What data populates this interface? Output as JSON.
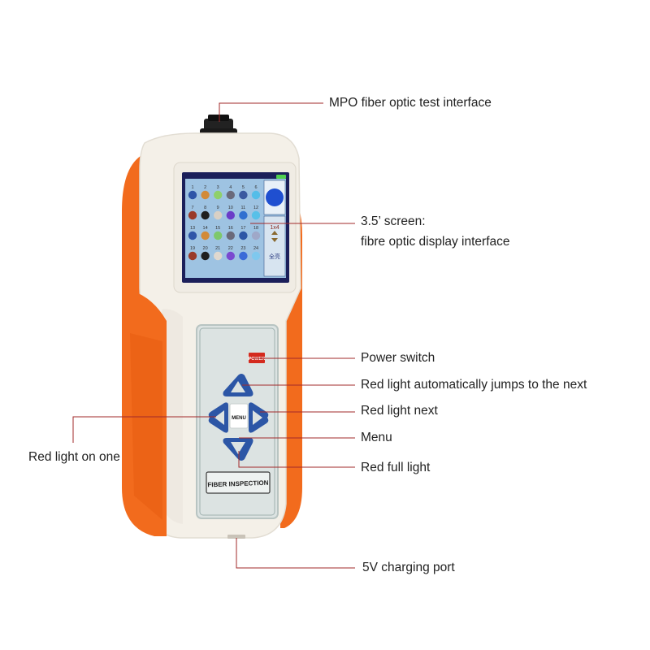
{
  "device": {
    "panel_label": "FIBER INSPECTION",
    "menu_label": "MENU",
    "power_label": "POWER",
    "palette": {
      "housing": "#f4f0e8",
      "accent": "#f26b1d",
      "screen": "#9ec3e2",
      "keypad": "#dce3e2",
      "arrow": "#2c56a6"
    },
    "screen": {
      "fiber_numbers": [
        "1",
        "2",
        "3",
        "4",
        "5",
        "6",
        "7",
        "8",
        "9",
        "10",
        "11",
        "12",
        "13",
        "14",
        "15",
        "16",
        "17",
        "18",
        "19",
        "20",
        "21",
        "22",
        "23",
        "24"
      ],
      "fiber_colors": [
        "#2f55a8",
        "#d28a39",
        "#8fd06b",
        "#6a6a7a",
        "#3a59a0",
        "#55bde8",
        "#9a3a2a",
        "#1f1f1f",
        "#d9d0c5",
        "#6a3cc8",
        "#3070d0",
        "#58c0e8",
        "#2f55a8",
        "#d28a39",
        "#7ec86c",
        "#6a6a7a",
        "#2c56a6",
        "#9fa8c8",
        "#9a3a2a",
        "#1f1f1f",
        "#e0d8cf",
        "#7a4ad0",
        "#3a6ad8",
        "#7fc8ee"
      ],
      "side_text_1": "1x4",
      "side_text_2": "全亮"
    }
  },
  "callouts": {
    "mpo_interface": "MPO fiber optic test interface",
    "screen_line1": "3.5’   screen:",
    "screen_line2": "fibre optic display interface",
    "power_switch": "Power switch",
    "auto_jump": "Red light automatically jumps to the next",
    "red_next": "Red light next",
    "menu": "Menu",
    "red_on_one": "Red light on one",
    "red_full": "Red full light",
    "charging": "5V charging port"
  }
}
